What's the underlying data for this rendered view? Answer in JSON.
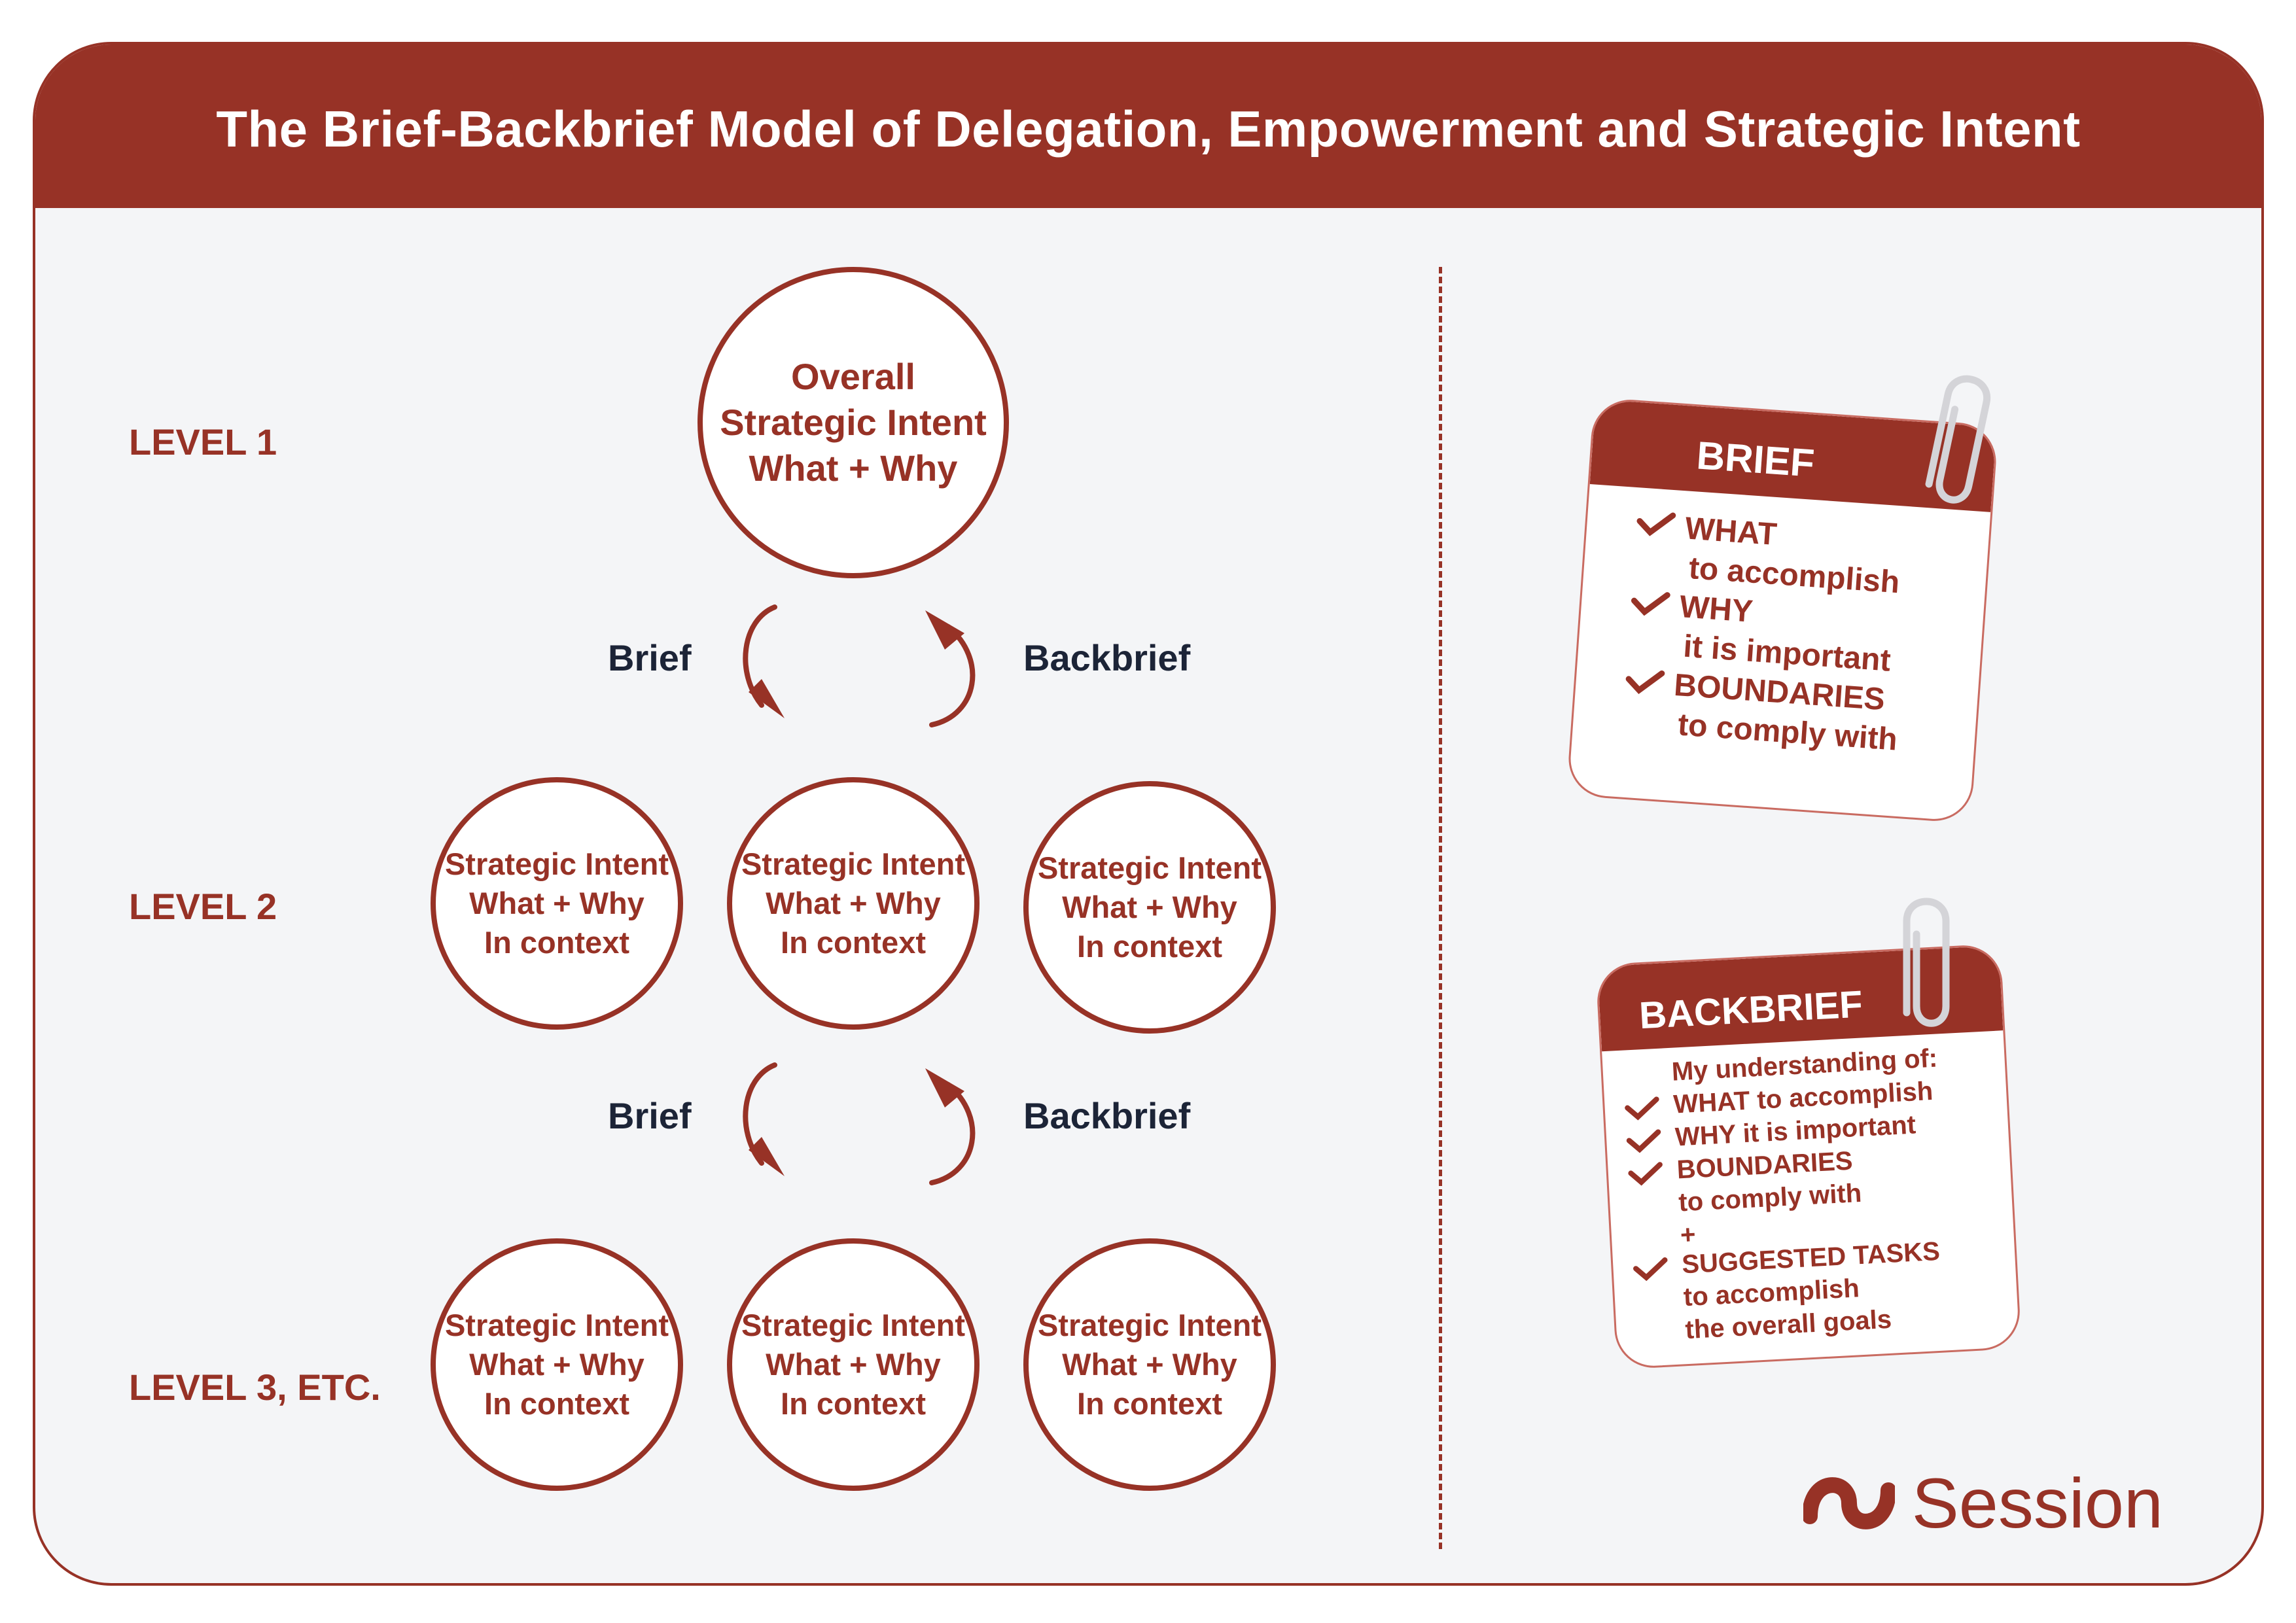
{
  "title": "The Brief-Backbrief Model of Delegation, Empowerment and Strategic Intent",
  "levels": [
    "LEVEL 1",
    "LEVEL 2",
    "LEVEL 3, ETC."
  ],
  "level1": {
    "line1": "Overall",
    "line2": "Strategic Intent",
    "line3": "What + Why"
  },
  "node": {
    "line1": "Strategic Intent",
    "line2": "What + Why",
    "line3": "In context"
  },
  "arrows": {
    "brief": "Brief",
    "backbrief": "Backbrief"
  },
  "brief_card": {
    "title": "BRIEF",
    "items": [
      {
        "head": "WHAT",
        "sub": "to accomplish"
      },
      {
        "head": "WHY",
        "sub": "it is important"
      },
      {
        "head": "BOUNDARIES",
        "sub": "to comply with"
      }
    ]
  },
  "backbrief_card": {
    "title": "BACKBRIEF",
    "intro": "My understanding of:",
    "lines": [
      "WHAT to accomplish",
      "WHY it is important",
      "BOUNDARIES",
      "to comply with",
      "+",
      "SUGGESTED TASKS",
      "to accomplish",
      "the overall goals"
    ]
  },
  "logo": {
    "text": "Session"
  },
  "colors": {
    "brand": "#973226",
    "dark_text": "#1c2437",
    "background": "#f4f5f7"
  }
}
